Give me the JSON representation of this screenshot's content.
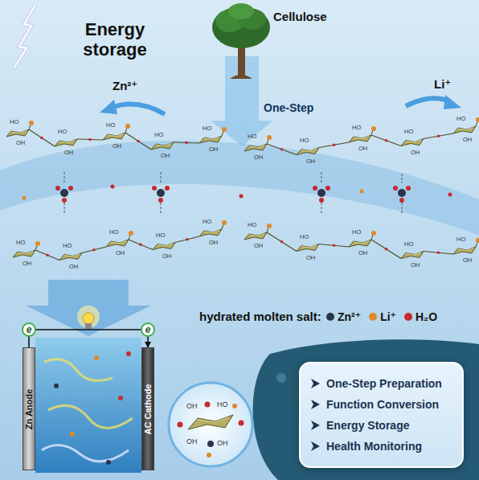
{
  "diagram": {
    "nodes": [
      {
        "text": [
          "e"
        ]
      },
      {
        "text": [
          "e"
        ]
      },
      {
        "text": [
          "Zn Anode"
        ]
      },
      {
        "text": [
          "AC Cathode"
        ]
      },
      {
        "text": [
          "One-Step Preparation",
          "Function Conversion",
          "Energy Storage",
          "Health Monitoring"
        ]
      }
    ],
    "edges": [
      {
        "from": 2,
        "to": 3,
        "arrow": "to"
      }
    ],
    "labels": [
      "Energy storage",
      "Cellulose",
      "One-Step",
      "Zn²⁺",
      "Li⁺",
      "hydrated molten salt:",
      "HO",
      "OH",
      "HO",
      "OH",
      "HO",
      "OH",
      "HO",
      "OH",
      "HO",
      "OH",
      "HO",
      "OH",
      "HO",
      "OH",
      "HO",
      "OH",
      "HO",
      "OH",
      "HO",
      "OH",
      "HO",
      "OH",
      "HO",
      "OH",
      "HO",
      "OH",
      "HO",
      "OH",
      "HO",
      "OH",
      "HO",
      "OH",
      "HO",
      "OH",
      "HO",
      "OH",
      "HO",
      "OH",
      "HO",
      "OH",
      "OH",
      "HO",
      "OH",
      "OH"
    ],
    "legend": [
      {
        "text": "Zn²⁺",
        "color": "#2b3448"
      },
      {
        "text": "Li⁺",
        "color": "#e0892b"
      },
      {
        "text": "H₂O",
        "color": "#c62a2f"
      }
    ]
  }
}
